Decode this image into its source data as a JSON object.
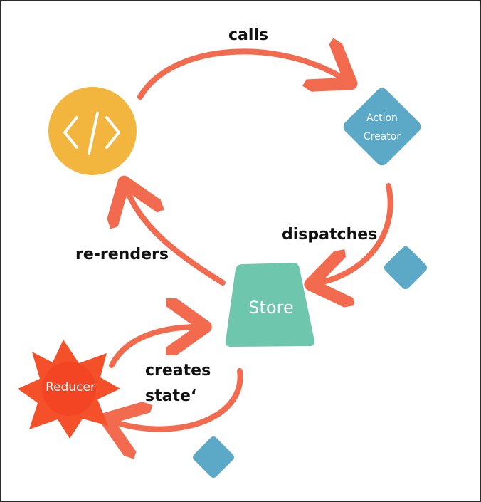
{
  "diagram": {
    "colors": {
      "arrow": "#F26B4F",
      "component": "#F2B63F",
      "action_creator": "#5BA9C7",
      "store": "#6EC6AD",
      "reducer": "#F4512A",
      "action": "#5BA9C7"
    },
    "nodes": {
      "component": {
        "icon": "code-brackets-icon",
        "text": "</>"
      },
      "action_creator": {
        "line1": "Action",
        "line2": "Creator"
      },
      "store": {
        "label": "Store"
      },
      "reducer": {
        "label": "Reducer"
      }
    },
    "edges": {
      "calls": "calls",
      "dispatches": "dispatches",
      "re_renders": "re-renders",
      "creates_line1": "creates",
      "creates_line2": "state‘"
    }
  }
}
